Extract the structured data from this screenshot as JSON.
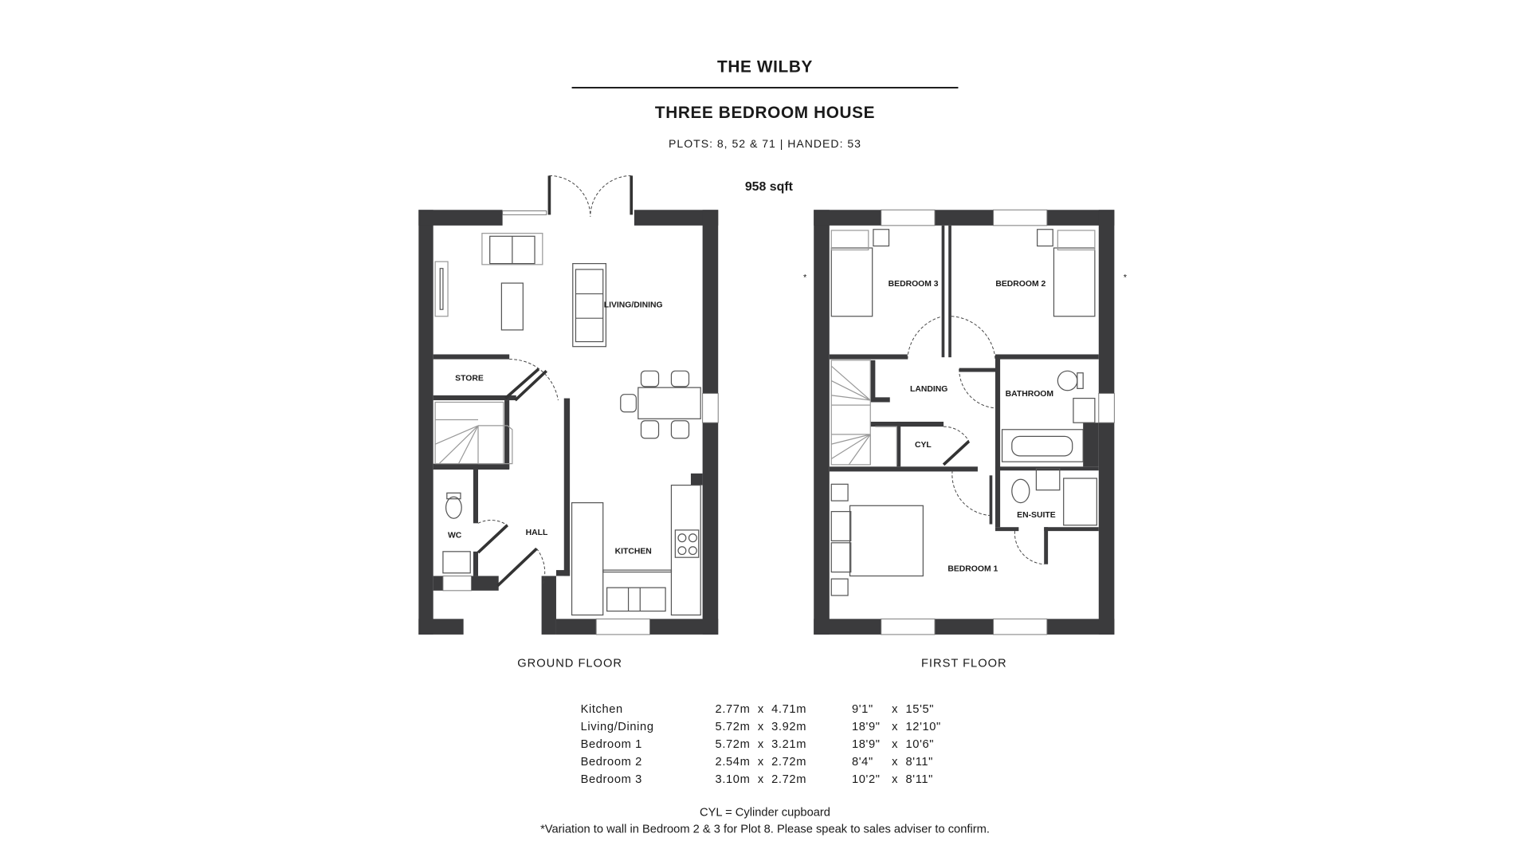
{
  "header": {
    "title": "THE WILBY",
    "subtitle": "THREE BEDROOM HOUSE",
    "plots": "PLOTS: 8, 52 & 71 | HANDED: 53",
    "area": "958 sqft"
  },
  "ground_floor": {
    "label": "GROUND FLOOR",
    "rooms": {
      "living": "LIVING/DINING",
      "store": "STORE",
      "wc": "WC",
      "hall": "HALL",
      "kitchen": "KITCHEN"
    }
  },
  "first_floor": {
    "label": "FIRST FLOOR",
    "rooms": {
      "bed3": "BEDROOM 3",
      "bed2": "BEDROOM 2",
      "landing": "LANDING",
      "bathroom": "BATHROOM",
      "cyl": "CYL",
      "ensuite": "EN-SUITE",
      "bed1": "BEDROOM 1"
    },
    "asterisk": "*"
  },
  "dimensions": [
    {
      "room": "Kitchen",
      "metric": "2.77m  x  4.71m",
      "imp_w": "9'1\"",
      "imp_h": "x  15'5\""
    },
    {
      "room": "Living/Dining",
      "metric": "5.72m  x  3.92m",
      "imp_w": "18'9\"",
      "imp_h": "x  12'10\""
    },
    {
      "room": "Bedroom 1",
      "metric": "5.72m  x  3.21m",
      "imp_w": "18'9\"",
      "imp_h": "x  10'6\""
    },
    {
      "room": "Bedroom 2",
      "metric": "2.54m  x  2.72m",
      "imp_w": "8'4\"",
      "imp_h": "x  8'11\""
    },
    {
      "room": "Bedroom 3",
      "metric": "3.10m  x  2.72m",
      "imp_w": "10'2\"",
      "imp_h": "x  8'11\""
    }
  ],
  "notes": {
    "cyl": "CYL = Cylinder cupboard",
    "variation": "*Variation to wall in Bedroom 2 & 3 for Plot 8. Please speak to sales adviser to confirm."
  },
  "colors": {
    "wall": "#3b3b3d",
    "text": "#1a1a1a"
  }
}
